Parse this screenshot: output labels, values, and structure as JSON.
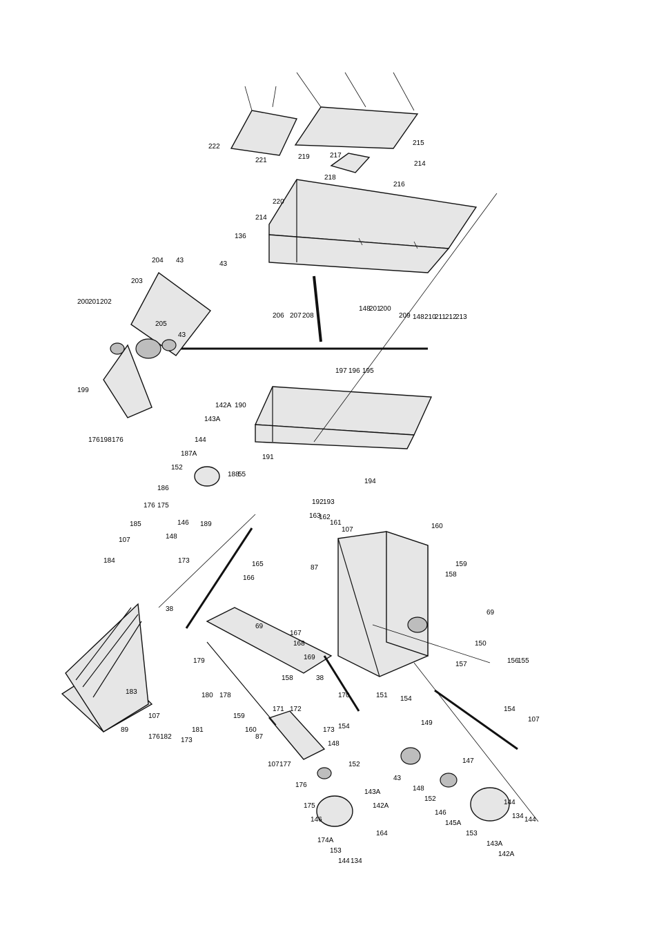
{
  "callouts": [
    "222",
    "221",
    "219",
    "217",
    "218",
    "215",
    "214",
    "216",
    "220",
    "214",
    "136",
    "204",
    "43",
    "43",
    "203",
    "200",
    "201",
    "202",
    "199",
    "198",
    "176",
    "176",
    "205",
    "43",
    "206",
    "207",
    "208",
    "197",
    "196",
    "195",
    "148",
    "201",
    "200",
    "209",
    "148",
    "210",
    "211",
    "212",
    "213",
    "190",
    "191",
    "192",
    "193",
    "194",
    "142A",
    "143A",
    "144",
    "187A",
    "188",
    "55",
    "152",
    "186",
    "189",
    "146",
    "175",
    "148",
    "176",
    "185",
    "107",
    "173",
    "184",
    "38",
    "166",
    "165",
    "179",
    "183",
    "89",
    "107",
    "180",
    "181",
    "182",
    "176",
    "173",
    "178",
    "69",
    "167",
    "168",
    "169",
    "158",
    "38",
    "171",
    "172",
    "159",
    "160",
    "87",
    "170",
    "154",
    "107",
    "177",
    "173",
    "148",
    "176",
    "175",
    "152",
    "146",
    "174A",
    "153",
    "144",
    "134",
    "143A",
    "142A",
    "164",
    "163",
    "162",
    "161",
    "107",
    "87",
    "160",
    "159",
    "158",
    "69",
    "150",
    "151",
    "154",
    "157",
    "156",
    "155",
    "154",
    "107",
    "149",
    "43",
    "148",
    "152",
    "147",
    "146",
    "145A",
    "153",
    "144",
    "134",
    "144",
    "143A",
    "142A"
  ]
}
